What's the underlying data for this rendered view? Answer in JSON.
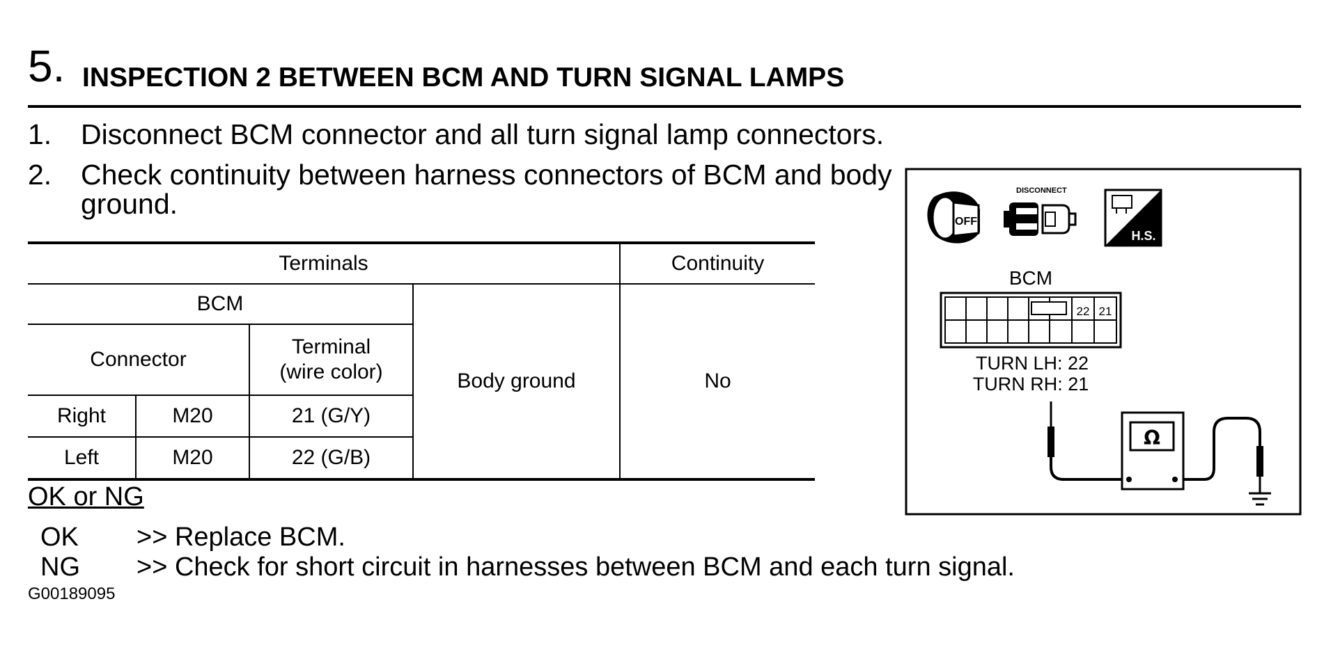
{
  "heading": {
    "step_number": "5.",
    "title": "INSPECTION 2 BETWEEN BCM AND TURN SIGNAL LAMPS"
  },
  "instructions": [
    {
      "num": "1.",
      "text": "Disconnect BCM connector and all turn signal lamp connectors."
    },
    {
      "num": "2.",
      "line1": "Check continuity between harness connectors of BCM and body",
      "line2": "ground."
    }
  ],
  "table": {
    "terminals_header": "Terminals",
    "continuity_header": "Continuity",
    "bcm_header": "BCM",
    "connector_header": "Connector",
    "terminal_header_line1": "Terminal",
    "terminal_header_line2": "(wire color)",
    "body_ground": "Body ground",
    "continuity_value": "No",
    "rows": [
      {
        "side": "Right",
        "connector": "M20",
        "terminal": "21 (G/Y)"
      },
      {
        "side": "Left",
        "connector": "M20",
        "terminal": "22 (G/B)"
      }
    ]
  },
  "result": {
    "header": "OK or NG",
    "ok_label": "OK",
    "ok_text": ">> Replace BCM.",
    "ng_label": "NG",
    "ng_text": ">> Check for short circuit in harnesses between BCM and each turn signal."
  },
  "figure_code": "G00189095",
  "diagram": {
    "icons": [
      "ignition-off-icon",
      "disconnect-connector-icon",
      "harness-side-icon"
    ],
    "off_text": "OFF",
    "disconnect_text": "DISCONNECT",
    "hs_text": "H.S.",
    "bcm_label": "BCM",
    "pin_22": "22",
    "pin_21": "21",
    "turn_lh": "TURN LH: 22",
    "turn_rh": "TURN RH: 21",
    "meter_symbol": "Ω"
  }
}
